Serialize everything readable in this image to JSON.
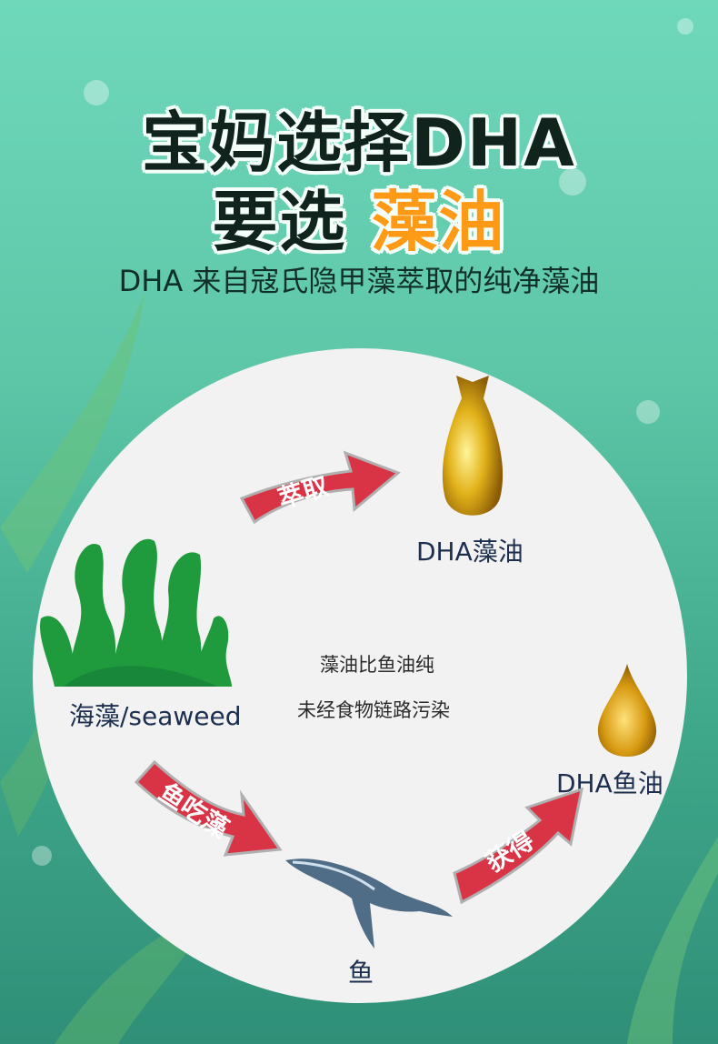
{
  "header": {
    "title_line1": "宝妈选择DHA",
    "title_line2_prefix": "要选",
    "title_line2_highlight": "藻油",
    "subtitle": "DHA 来自寇氏隐甲藻萃取的纯净藻油"
  },
  "diagram": {
    "seaweed_label": "海藻/seaweed",
    "algae_oil_label": "DHA藻油",
    "fish_oil_label": "DHA鱼油",
    "fish_label": "鱼",
    "arrows": {
      "extract": "萃取",
      "fish_eat_algae": "鱼吃藻",
      "obtain": "获得"
    },
    "center_notes": [
      "藻油比鱼油纯",
      "未经食物链路污染"
    ]
  },
  "colors": {
    "title": "#10241d",
    "highlight": "#ff9a16",
    "arrow": "#d93445",
    "label": "#1d2f4f",
    "background": "#5ec7a8"
  }
}
